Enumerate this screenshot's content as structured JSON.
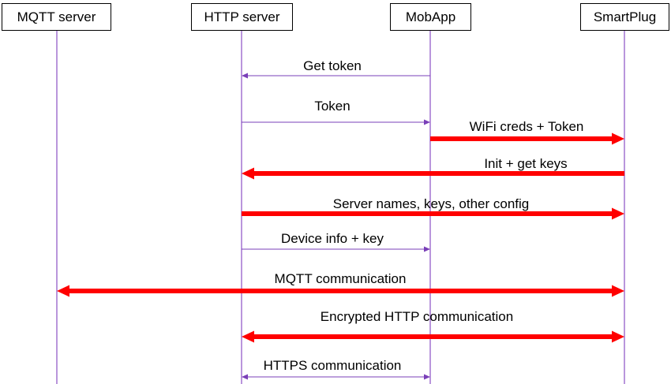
{
  "actors": [
    {
      "id": "mqtt",
      "label": "MQTT server"
    },
    {
      "id": "http",
      "label": "HTTP server"
    },
    {
      "id": "mob",
      "label": "MobApp"
    },
    {
      "id": "plug",
      "label": "SmartPlug"
    }
  ],
  "messages": [
    {
      "id": "get-token",
      "label": "Get token",
      "from": "mob",
      "to": "http",
      "style": "thin",
      "bidirectional": false
    },
    {
      "id": "token",
      "label": "Token",
      "from": "http",
      "to": "mob",
      "style": "thin",
      "bidirectional": false
    },
    {
      "id": "wifi-creds",
      "label": "WiFi creds + Token",
      "from": "mob",
      "to": "plug",
      "style": "thick",
      "bidirectional": false
    },
    {
      "id": "init-keys",
      "label": "Init + get keys",
      "from": "plug",
      "to": "http",
      "style": "thick",
      "bidirectional": false
    },
    {
      "id": "server-names",
      "label": "Server names, keys, other config",
      "from": "http",
      "to": "plug",
      "style": "thick",
      "bidirectional": false
    },
    {
      "id": "device-info",
      "label": "Device info + key",
      "from": "http",
      "to": "mob",
      "style": "thin",
      "bidirectional": false
    },
    {
      "id": "mqtt-comm",
      "label": "MQTT communication",
      "from": "mqtt",
      "to": "plug",
      "style": "thick",
      "bidirectional": true
    },
    {
      "id": "enc-http",
      "label": "Encrypted HTTP communication",
      "from": "http",
      "to": "plug",
      "style": "thick",
      "bidirectional": true
    },
    {
      "id": "https-comm",
      "label": "HTTPS communication",
      "from": "http",
      "to": "mob",
      "style": "thin",
      "bidirectional": true
    }
  ],
  "colors": {
    "thin": "#7a3fb8",
    "thick": "#ff0000",
    "lifeline": "#8b4fc4",
    "box_border": "#000000"
  }
}
